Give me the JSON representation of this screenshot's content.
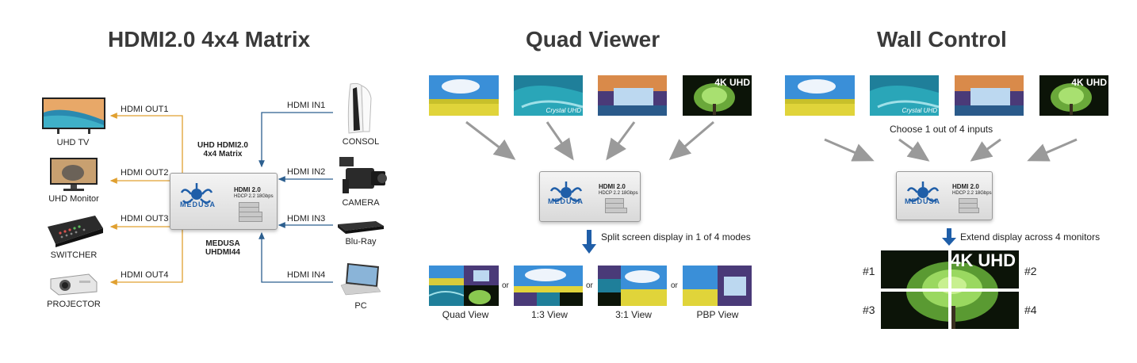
{
  "sections": {
    "matrix": {
      "title": "HDMI2.0 4x4 Matrix",
      "device_label_top": "UHD HDMI2.0",
      "device_label_top2": "4x4 Matrix",
      "device_label_bottom": "MEDUSA",
      "device_label_bottom2": "UHDMI44",
      "outputs": [
        {
          "port": "HDMI OUT1",
          "device": "UHD TV"
        },
        {
          "port": "HDMI OUT2",
          "device": "UHD Monitor"
        },
        {
          "port": "HDMI OUT3",
          "device": "SWITCHER"
        },
        {
          "port": "HDMI OUT4",
          "device": "PROJECTOR"
        }
      ],
      "inputs": [
        {
          "port": "HDMI IN1",
          "device": "CONSOL"
        },
        {
          "port": "HDMI IN2",
          "device": "CAMERA"
        },
        {
          "port": "HDMI IN3",
          "device": "Blu-Ray"
        },
        {
          "port": "HDMI IN4",
          "device": "PC"
        }
      ]
    },
    "quad": {
      "title": "Quad Viewer",
      "split_caption": "Split screen display in 1 of 4 modes",
      "modes": [
        "Quad View",
        "1:3  View",
        "3:1  View",
        "PBP View"
      ],
      "or": "or"
    },
    "wall": {
      "title": "Wall Control",
      "choose_caption": "Choose 1 out of 4 inputs",
      "extend_caption": "Extend display across 4 monitors",
      "monitors": [
        "#1",
        "#2",
        "#3",
        "#4"
      ]
    }
  },
  "device": {
    "brand": "MEDUSA",
    "hdmi_badge": "HDMI 2.0",
    "hdcp": "HDCP 2.2  18Gbps"
  },
  "thumb_tags": {
    "uhd": "4K UHD",
    "crystal": "Crystal UHD"
  },
  "colors": {
    "out_line": "#e0a030",
    "in_line": "#2c5f8f",
    "down_arrow": "#1f5ea8",
    "gray_arrow": "#9a9a9a"
  }
}
